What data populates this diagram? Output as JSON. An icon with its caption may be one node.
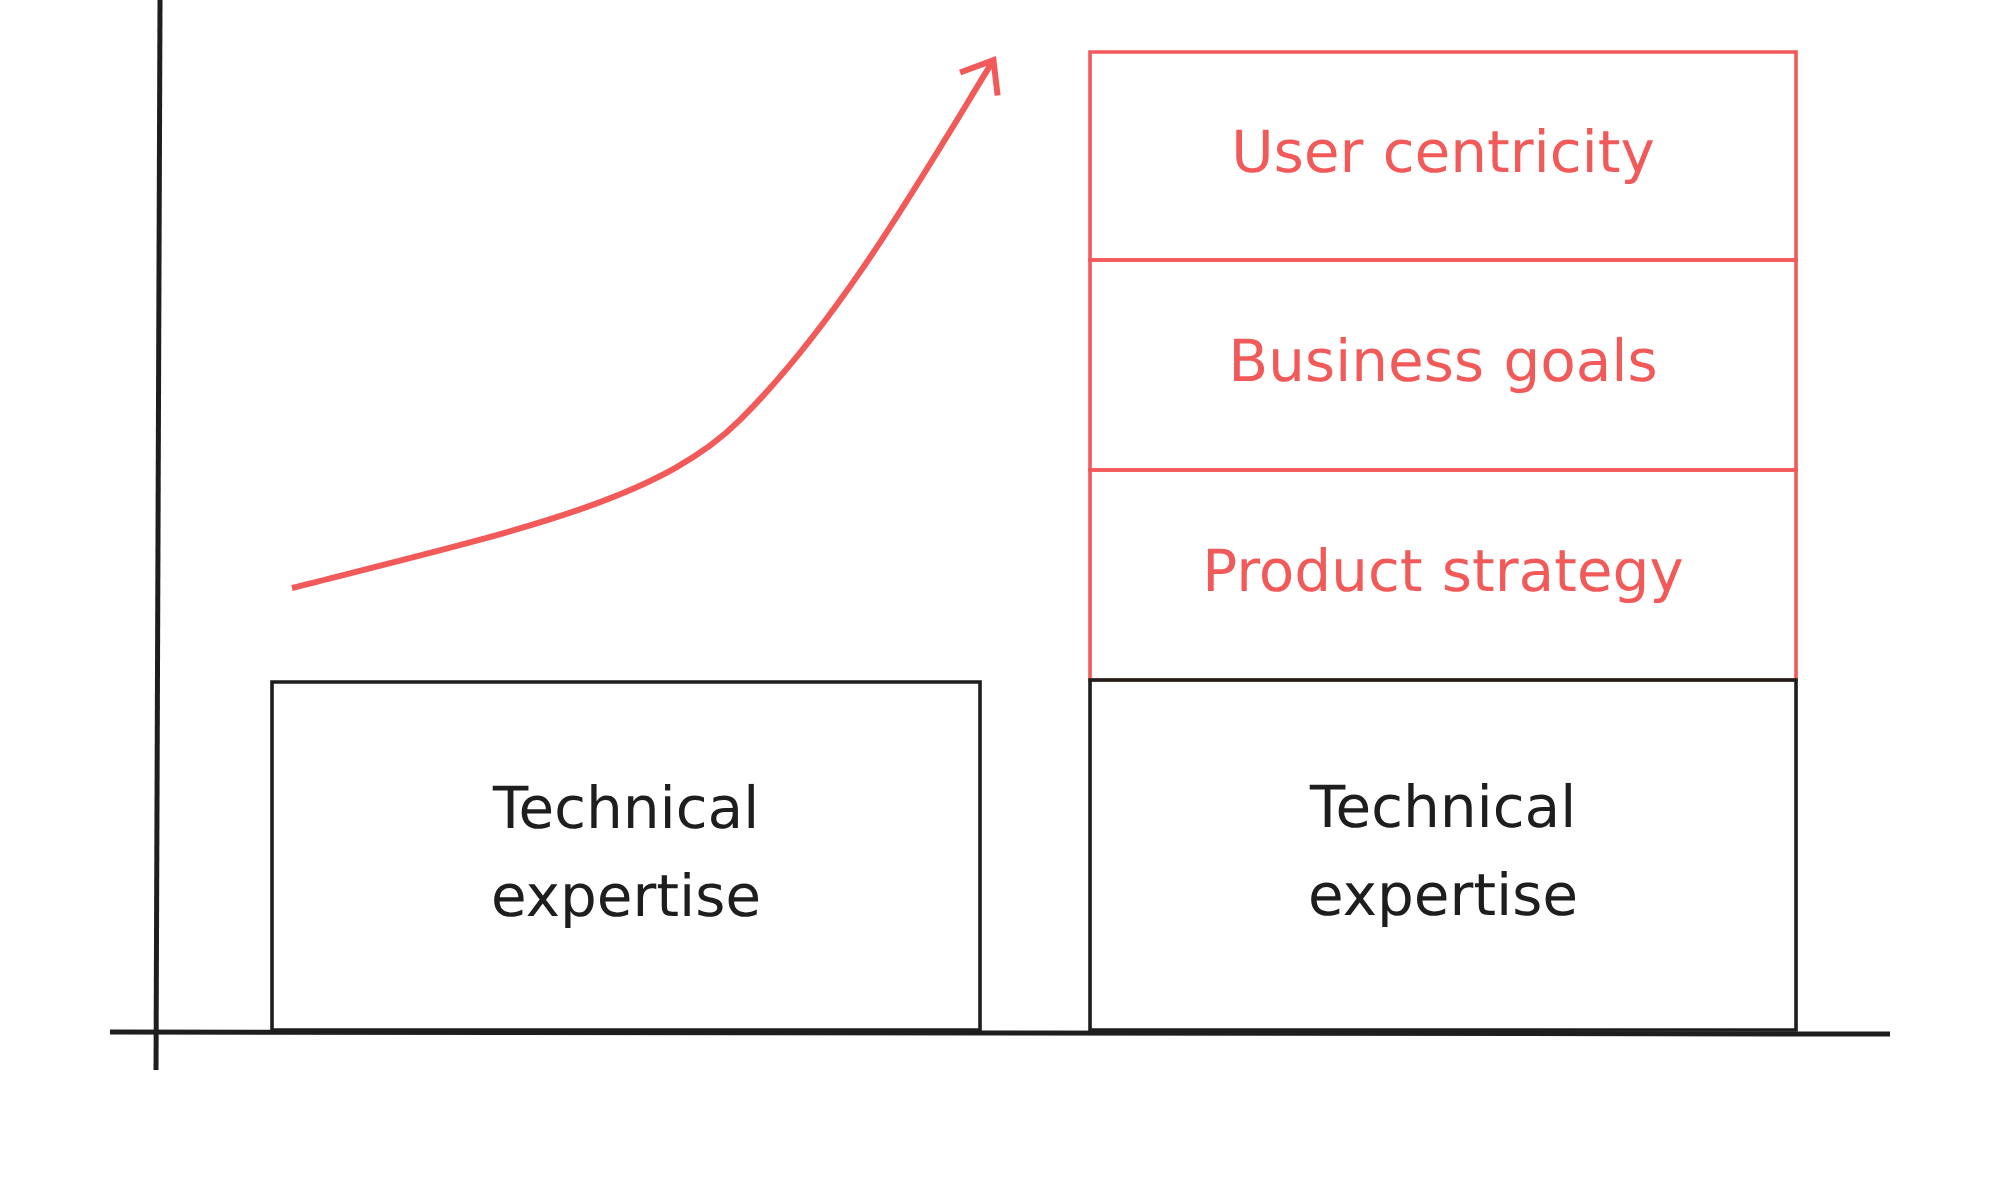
{
  "diagram": {
    "nodes": [
      {
        "text": [
          "Technical expertise"
        ]
      },
      {
        "text": [
          "User centricity"
        ]
      },
      {
        "text": [
          "Business goals"
        ]
      },
      {
        "text": [
          "Product strategy"
        ]
      },
      {
        "text": [
          "Technical expertise"
        ]
      }
    ]
  }
}
